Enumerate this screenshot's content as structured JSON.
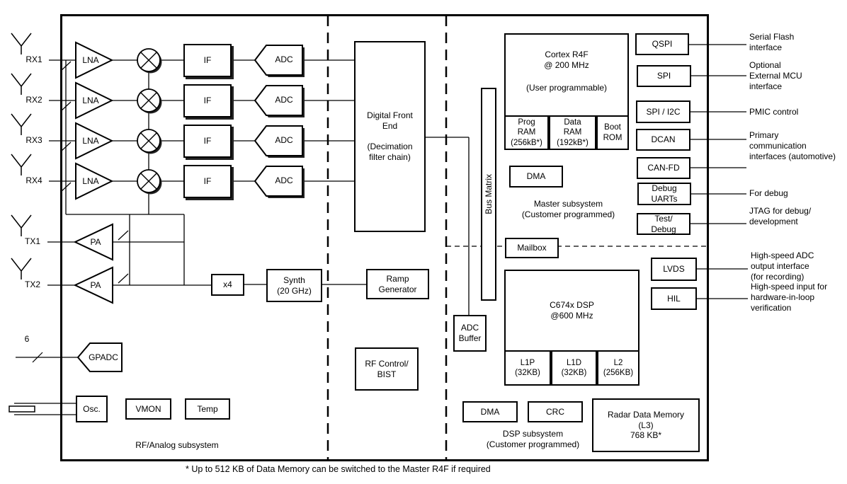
{
  "footnote": "* Up to 512 KB of Data Memory can be switched to the Master R4F if required",
  "subsystem_labels": {
    "rf": "RF/Analog subsystem",
    "master": "Master subsystem\n(Customer programmed)",
    "dsp": "DSP subsystem\n(Customer programmed)"
  },
  "rx_chain": {
    "rows": [
      {
        "antenna": "RX1",
        "amp": "LNA",
        "if": "IF",
        "adc": "ADC"
      },
      {
        "antenna": "RX2",
        "amp": "LNA",
        "if": "IF",
        "adc": "ADC"
      },
      {
        "antenna": "RX3",
        "amp": "LNA",
        "if": "IF",
        "adc": "ADC"
      },
      {
        "antenna": "RX4",
        "amp": "LNA",
        "if": "IF",
        "adc": "ADC"
      }
    ]
  },
  "tx_chain": {
    "rows": [
      {
        "antenna": "TX1",
        "amp": "PA"
      },
      {
        "antenna": "TX2",
        "amp": "PA"
      }
    ]
  },
  "lo_path": {
    "multiplier": "x4",
    "synth": "Synth\n(20 GHz)",
    "ramp": "Ramp\nGenerator"
  },
  "front_end": {
    "dfe": "Digital Front\nEnd\n\n(Decimation\nfilter chain)",
    "rf_control": "RF Control/\nBIST"
  },
  "analog_misc": {
    "gpadc": "GPADC",
    "gpadc_bus_width": "6",
    "osc": "Osc.",
    "vmon": "VMON",
    "temp": "Temp"
  },
  "interconnect": {
    "bus_matrix": "Bus Matrix",
    "adc_buffer": "ADC\nBuffer",
    "mailbox": "Mailbox"
  },
  "master_subsystem": {
    "dma": "DMA",
    "cpu_title": "Cortex R4F\n@ 200 MHz",
    "cpu_sub": "(User programmable)",
    "mem": [
      "Prog\nRAM\n(256kB*)",
      "Data\nRAM\n(192kB*)",
      "Boot\nROM"
    ]
  },
  "dsp_subsystem": {
    "dma": "DMA",
    "crc": "CRC",
    "cpu_title": "C674x DSP\n@600 MHz",
    "mem": [
      "L1P\n(32KB)",
      "L1D\n(32KB)",
      "L2\n(256KB)"
    ],
    "l3": "Radar Data Memory\n(L3)\n768 KB*"
  },
  "peripherals": [
    {
      "label": "QSPI"
    },
    {
      "label": "SPI"
    },
    {
      "label": "SPI / I2C"
    },
    {
      "label": "DCAN"
    },
    {
      "label": "CAN-FD"
    },
    {
      "label": "Debug\nUARTs"
    },
    {
      "label": "Test/\nDebug"
    },
    {
      "label": "LVDS"
    },
    {
      "label": "HIL"
    }
  ],
  "annotations": [
    {
      "text": "Serial Flash\ninterface"
    },
    {
      "text": "Optional\nExternal MCU\ninterface"
    },
    {
      "text": "PMIC control"
    },
    {
      "text": "Primary\ncommunication\ninterfaces (automotive)"
    },
    {
      "text": "For debug"
    },
    {
      "text": "JTAG for debug/\ndevelopment"
    },
    {
      "text": "High-speed ADC\noutput interface\n(for recording)"
    },
    {
      "text": "High-speed input for\nhardware-in-loop\nverification"
    }
  ],
  "colors": {
    "line": "#000000",
    "background": "#ffffff"
  }
}
